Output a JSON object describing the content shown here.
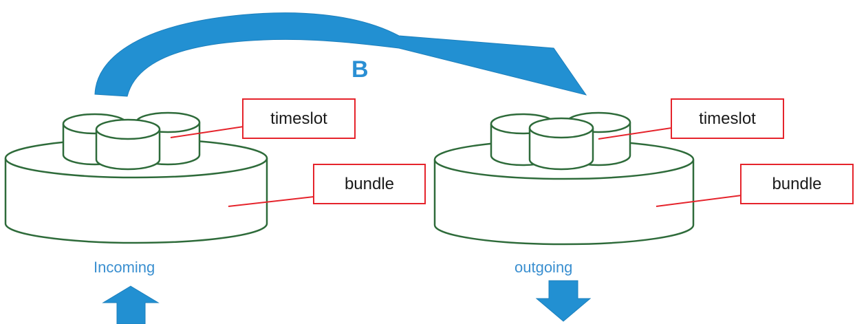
{
  "transfer_label": "B",
  "left": {
    "timeslot_label": "timeslot",
    "bundle_label": "bundle",
    "direction_label": "Incoming"
  },
  "right": {
    "timeslot_label": "timeslot",
    "bundle_label": "bundle",
    "direction_label": "outgoing"
  },
  "colors": {
    "arrow": "#2290d2",
    "outline": "#2e6b3a",
    "callout_border": "#e5232b",
    "caption": "#3a8fd0"
  }
}
